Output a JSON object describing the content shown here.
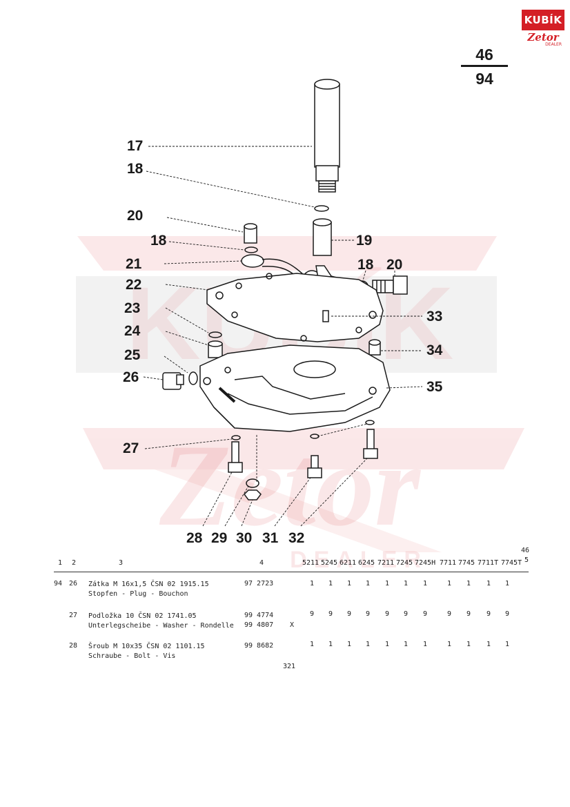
{
  "logo": {
    "brand": "KUBÍK",
    "sub": "Zetor",
    "dealer": "DEALER"
  },
  "page_ref": {
    "top": "46",
    "bottom": "94"
  },
  "watermark": {
    "brand": "KUBÍK",
    "sub": "Zetor",
    "dealer": "DEALER"
  },
  "callouts": [
    "17",
    "18",
    "20",
    "18",
    "21",
    "22",
    "23",
    "24",
    "25",
    "26",
    "19",
    "18",
    "20",
    "33",
    "34",
    "35",
    "27",
    "28",
    "29",
    "30",
    "31",
    "32"
  ],
  "table": {
    "corner_label": "46",
    "columns": [
      "1",
      "2",
      "3",
      "4",
      "5"
    ],
    "models": [
      "5211",
      "5245",
      "6211",
      "6245",
      "7211",
      "7245",
      "7245H",
      "7711",
      "7745",
      "7711T",
      "7745T"
    ],
    "rows": [
      {
        "page": "94",
        "pos": "26",
        "lines": [
          "Zátka M 16x1,5 ČSN 02 1915.15",
          "Stopfen - Plug - Bouchon"
        ],
        "part_numbers": [
          "97 2723"
        ],
        "mark": "",
        "qty": [
          "1",
          "1",
          "1",
          "1",
          "1",
          "1",
          "1",
          "1",
          "1",
          "1",
          "1"
        ]
      },
      {
        "page": "",
        "pos": "27",
        "lines": [
          "Podložka 10 ČSN 02 1741.05",
          "Unterlegscheibe - Washer - Rondelle"
        ],
        "part_numbers": [
          "99 4774",
          "99 4807"
        ],
        "mark": "X",
        "qty": [
          "9",
          "9",
          "9",
          "9",
          "9",
          "9",
          "9",
          "9",
          "9",
          "9",
          "9"
        ]
      },
      {
        "page": "",
        "pos": "28",
        "lines": [
          "Šroub M 10x35 ČSN 02 1101.15",
          "Schraube - Bolt - Vis"
        ],
        "part_numbers": [
          "99 8682"
        ],
        "mark": "",
        "qty": [
          "1",
          "1",
          "1",
          "1",
          "1",
          "1",
          "1",
          "1",
          "1",
          "1",
          "1"
        ]
      }
    ],
    "footer_page": "321"
  }
}
